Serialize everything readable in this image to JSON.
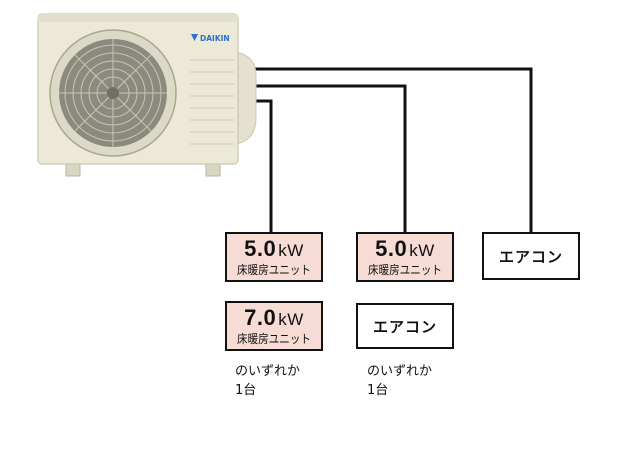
{
  "outdoor_unit": {
    "brand": "DAIKIN"
  },
  "column1": {
    "unit_a": {
      "power_value": "5.0",
      "power_unit": "kW",
      "label": "床暖房ユニット"
    },
    "unit_b": {
      "power_value": "7.0",
      "power_unit": "kW",
      "label": "床暖房ユニット"
    },
    "note_line1": "のいずれか",
    "note_line2": "1台"
  },
  "column2": {
    "unit": {
      "power_value": "5.0",
      "power_unit": "kW",
      "label": "床暖房ユニット"
    },
    "aircon": "エアコン",
    "note_line1": "のいずれか",
    "note_line2": "1台"
  },
  "column3": {
    "aircon": "エアコン"
  },
  "colors": {
    "unit_fill": "#f6dcd4",
    "line": "#111111",
    "casing": "#ece9d7"
  }
}
